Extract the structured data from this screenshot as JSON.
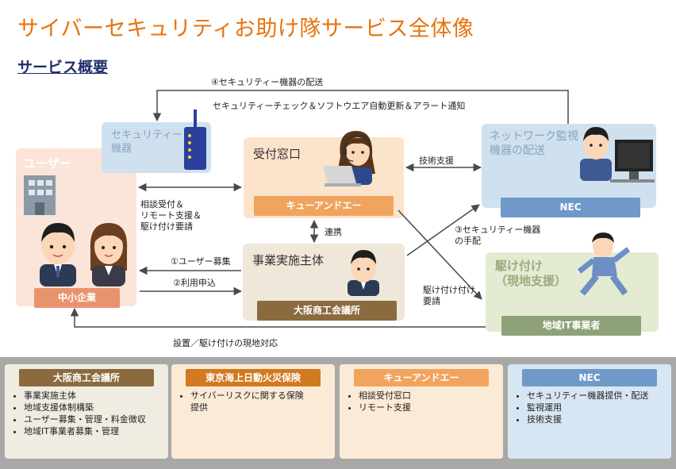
{
  "header": {
    "title": "サイバーセキュリティお助け隊サービス全体像",
    "section": "サービス概要"
  },
  "colors": {
    "title_orange": "#e8730c",
    "section_navy": "#1f2f6b",
    "user_pink": "#fbe4d8",
    "brown_bar": "#8b6a3e",
    "orange_bar": "#f0a45e",
    "blue_bar": "#6f99c9",
    "arrow": "#4a4a4a"
  },
  "nodes": {
    "user": {
      "title": "ユーザー",
      "bar": "中小企業"
    },
    "device": {
      "title": "セキュリティー\n機器"
    },
    "reception": {
      "title": "受付窓口",
      "bar": "キューアンドエー"
    },
    "operator": {
      "title": "事業実施主体",
      "bar": "大阪商工会議所"
    },
    "monitoring": {
      "title": "ネットワーク監視\n機器の配送",
      "bar": "NEC"
    },
    "dispatch": {
      "title": "駆け付け\n（現地支援）",
      "bar": "地域IT事業者"
    }
  },
  "flows": {
    "device_shipping": "④セキュリティー機器の配送",
    "security_check": "セキュリティーチェック＆ソフトウエア自動更新＆アラート通知",
    "support_request": "相談受付＆\nリモート支援＆\n駆け付け要請",
    "tech_support": "技術支援",
    "cooperation": "連携",
    "device_arrange": "③セキュリティー機器\nの手配",
    "user_recruit": "①ユーザー募集",
    "apply": "②利用申込",
    "dispatch_request": "駆け付け付け\n要請",
    "onsite": "設置／駆け付けの現地対応"
  },
  "footer": {
    "panels": [
      {
        "title": "大阪商工会議所",
        "items": [
          "事業実施主体",
          "地域支援体制構築",
          "ユーザー募集・管理・料金徴収",
          "地域IT事業者募集・管理"
        ]
      },
      {
        "title": "東京海上日動火災保険",
        "items": [
          "サイバーリスクに関する保険提供"
        ]
      },
      {
        "title": "キューアンドエー",
        "items": [
          "相談受付窓口",
          "リモート支援"
        ]
      },
      {
        "title": "NEC",
        "items": [
          "セキュリティー機器提供・配送",
          "監視運用",
          "技術支援"
        ]
      }
    ]
  }
}
